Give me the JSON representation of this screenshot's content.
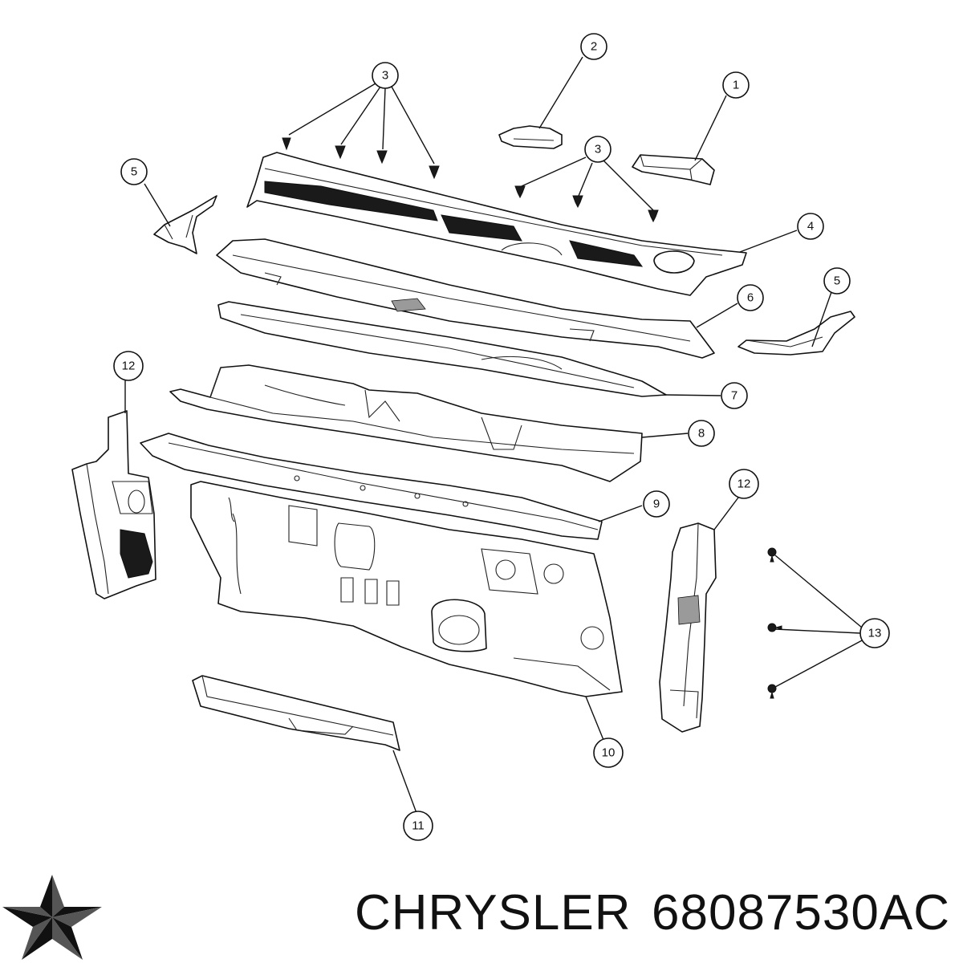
{
  "brand": "CHRYSLER",
  "part_number": "68087530AC",
  "logo_icon": "chrysler-pentastar-logo",
  "callouts": [
    "1",
    "2",
    "3",
    "3",
    "4",
    "5",
    "5",
    "6",
    "7",
    "8",
    "9",
    "10",
    "11",
    "12",
    "12",
    "13"
  ]
}
